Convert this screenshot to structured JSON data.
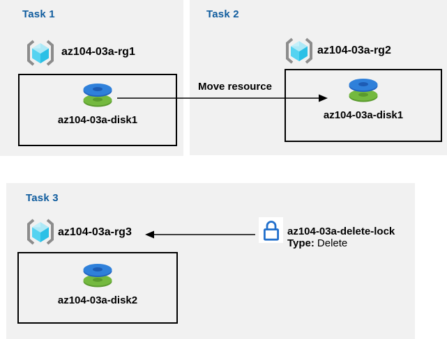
{
  "diagram": {
    "tasks": [
      {
        "title": "Task 1",
        "resource_group": "az104-03a-rg1",
        "disk": "az104-03a-disk1"
      },
      {
        "title": "Task 2",
        "resource_group": "az104-03a-rg2",
        "disk": "az104-03a-disk1"
      },
      {
        "title": "Task 3",
        "resource_group": "az104-03a-rg3",
        "disk": "az104-03a-disk2"
      }
    ],
    "move_arrow": {
      "label": "Move resource"
    },
    "lock": {
      "name": "az104-03a-delete-lock",
      "type_label": "Type:",
      "type_value": "Delete"
    }
  },
  "icons": {
    "resource_group": "resource-group-icon (cyan cube in gray brackets)",
    "disk": "managed-disk-icon (blue disk stacked on green disk)",
    "lock": "lock-icon (blue outline padlock)"
  },
  "colors": {
    "panel_bg": "#f1f1f1",
    "title_blue": "#0f5c9e",
    "body_text": "#000000",
    "box_border": "#000000",
    "arrow": "#000000",
    "lock_blue": "#2270cc",
    "disk_blue": "#2f80da",
    "disk_blue_rim": "#2263c0",
    "disk_green": "#74b93f",
    "disk_green_rim": "#5a9a2e",
    "cube_top": "#ade9f7",
    "cube_left": "#55d3f1",
    "cube_right": "#2bc0e6",
    "bracket_gray": "#8c8c8c"
  }
}
